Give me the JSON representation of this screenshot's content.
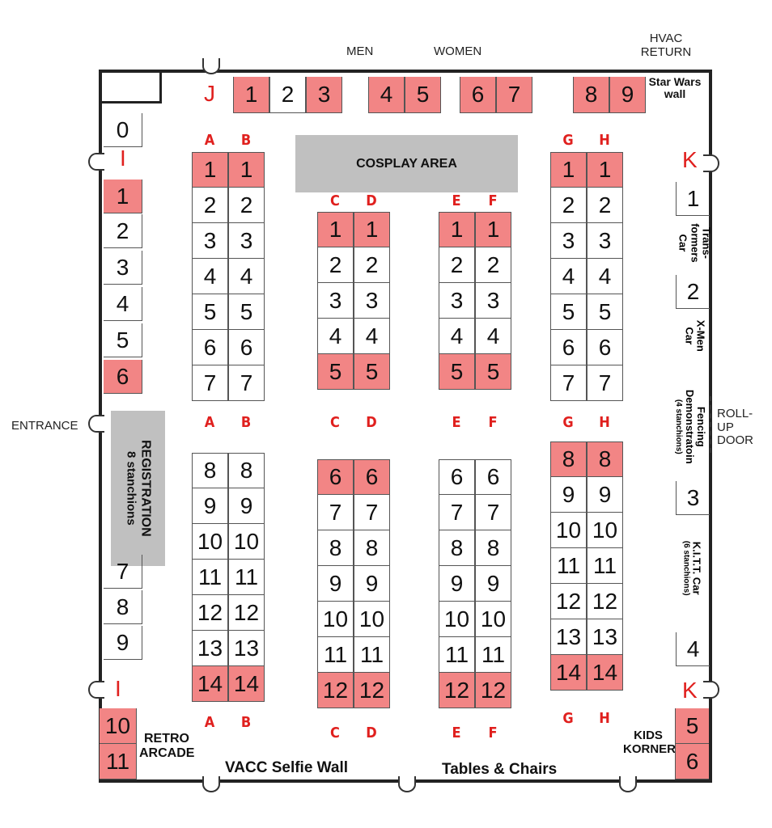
{
  "labels": {
    "men": "MEN",
    "women": "WOMEN",
    "hvac": "HVAC RETURN",
    "star_wars": "Star Wars wall",
    "entrance": "ENTRANCE",
    "rollup": "ROLL-UP DOOR",
    "retro": "RETRO ARCADE",
    "selfie": "VACC Selfie Wall",
    "tables": "Tables & Chairs",
    "kids": "KIDS KORNER",
    "cosplay": "COSPLAY AREA",
    "registration": "REGISTRATION",
    "registration_sub": "8 stanchions",
    "transformers": "Trans- formers Car",
    "xmen": "X-Men Car",
    "fencing": "Fencing Demonstratoin",
    "fencing_sub": "(4 stanchions)",
    "kitt": "K.I.T.T. Car",
    "kitt_sub": "(6 stanchions)"
  },
  "wall_letters": {
    "j": "J",
    "i_top": "I",
    "i_bottom": "I",
    "k_top": "K",
    "k_bottom": "K"
  },
  "colors": {
    "highlight": "#f28585",
    "letter": "#e0201e",
    "area": "#c0c0c0"
  },
  "j_row": [
    {
      "n": "1",
      "hl": true
    },
    {
      "n": "2",
      "hl": false
    },
    {
      "n": "3",
      "hl": true
    },
    {
      "n": "4",
      "hl": true
    },
    {
      "n": "5",
      "hl": true
    },
    {
      "n": "6",
      "hl": true
    },
    {
      "n": "7",
      "hl": true
    },
    {
      "n": "8",
      "hl": true
    },
    {
      "n": "9",
      "hl": true
    }
  ],
  "i_col": [
    {
      "n": "0",
      "hl": false
    },
    {
      "n": "1",
      "hl": true
    },
    {
      "n": "2",
      "hl": false
    },
    {
      "n": "3",
      "hl": false
    },
    {
      "n": "4",
      "hl": false
    },
    {
      "n": "5",
      "hl": false
    },
    {
      "n": "6",
      "hl": true
    },
    {
      "n": "7",
      "hl": false
    },
    {
      "n": "8",
      "hl": false
    },
    {
      "n": "9",
      "hl": false
    },
    {
      "n": "10",
      "hl": true
    },
    {
      "n": "11",
      "hl": true
    }
  ],
  "k_col": [
    {
      "n": "1",
      "hl": false
    },
    {
      "n": "2",
      "hl": false
    },
    {
      "n": "3",
      "hl": false
    },
    {
      "n": "4",
      "hl": false
    },
    {
      "n": "5",
      "hl": true
    },
    {
      "n": "6",
      "hl": true
    }
  ],
  "aisles": [
    {
      "letters": [
        "A",
        "B"
      ],
      "top": {
        "rows": [
          "1",
          "2",
          "3",
          "4",
          "5",
          "6",
          "7"
        ],
        "hl": [
          "1"
        ]
      },
      "bottom": {
        "rows": [
          "8",
          "9",
          "10",
          "11",
          "12",
          "13",
          "14"
        ],
        "hl": [
          "14"
        ]
      }
    },
    {
      "letters": [
        "C",
        "D"
      ],
      "top": {
        "rows": [
          "1",
          "2",
          "3",
          "4",
          "5"
        ],
        "hl": [
          "1",
          "5"
        ]
      },
      "bottom": {
        "rows": [
          "6",
          "7",
          "8",
          "9",
          "10",
          "11",
          "12"
        ],
        "hl": [
          "6",
          "12"
        ]
      }
    },
    {
      "letters": [
        "E",
        "F"
      ],
      "top": {
        "rows": [
          "1",
          "2",
          "3",
          "4",
          "5"
        ],
        "hl": [
          "1",
          "5"
        ]
      },
      "bottom": {
        "rows": [
          "6",
          "7",
          "8",
          "9",
          "10",
          "11",
          "12"
        ],
        "hl": [
          "12"
        ]
      }
    },
    {
      "letters": [
        "G",
        "H"
      ],
      "top": {
        "rows": [
          "1",
          "2",
          "3",
          "4",
          "5",
          "6",
          "7"
        ],
        "hl": [
          "1"
        ]
      },
      "bottom": {
        "rows": [
          "8",
          "9",
          "10",
          "11",
          "12",
          "13",
          "14"
        ],
        "hl": [
          "8",
          "14"
        ]
      }
    }
  ]
}
